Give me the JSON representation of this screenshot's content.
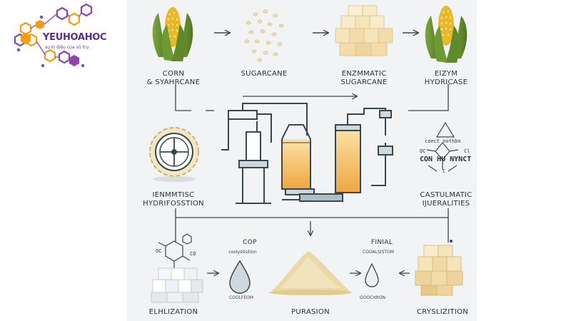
{
  "logo": {
    "name": "YEUHOAHOC",
    "tagline": "sự kì diệu của vũ trụ",
    "hex_colors": [
      "#f39c12",
      "#8e44ad"
    ]
  },
  "diagram": {
    "steps": {
      "corn": "CORN\n&  SYAHRCANE",
      "sugarcane": "SUGARCANE",
      "enzymatic_sugarcane": "ENZMMATIC\nSUGARCANE",
      "eizym": "EIZYM\nHYDRICASE",
      "enmmtisc": "IENMMTISC\nHYDRIFOSSTION",
      "castulmatic": "CASTULMATIC\nIJUERALITIES",
      "elhlization": "ELHLIZATION",
      "purasion": "PURASION",
      "cryslization": "CRYSLIZITION"
    },
    "annotations": {
      "cop_title": "COP",
      "cop_sub": "coolystisition",
      "cop_drop": "COOLFEOM",
      "final_title": "FINIAL",
      "final_sub": "COOALSISTOM",
      "final_drop": "GOOCHRON",
      "chem_note": "coect nothbn",
      "chem_formula": "CON HU  NYNCT",
      "chem_oc": "OC",
      "chem_c": "C",
      "chem_cl": "Cl",
      "hex_oc": "OC",
      "hex_co": "CO"
    },
    "colors": {
      "corn_kernel": "#e8b928",
      "husk": "#5f8c2e",
      "sugar_crystal": "#f6e4bb",
      "liquid": "#f2b24c",
      "line": "#37474f",
      "pile": "#ead9a6",
      "cube_white": "#eef2f5"
    }
  }
}
